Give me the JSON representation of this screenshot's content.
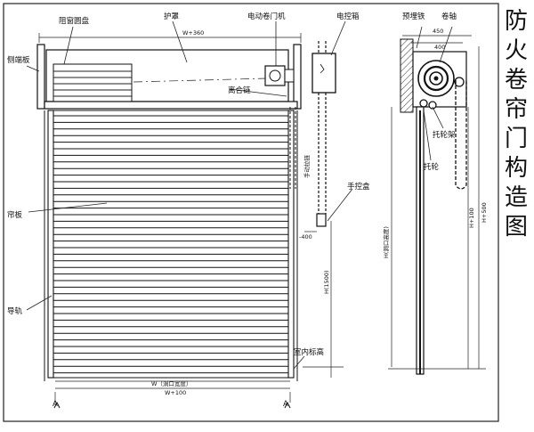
{
  "title_chars": [
    "防",
    "火",
    "卷",
    "帘",
    "门",
    "构",
    "造",
    "图"
  ],
  "labels": {
    "guard_disc": "阻窗圆盘",
    "cover": "护罩",
    "motor": "电动卷门机",
    "control_box": "电控箱",
    "end_plate": "侧端板",
    "clutch_chain": "离合链",
    "manual_chain": "手动拉链",
    "manual_box": "手控盒",
    "curtain": "帘板",
    "guide_rail": "导轨",
    "indoor_level": "室内标高",
    "embedded_iron": "预埋铁",
    "shaft": "卷轴",
    "roller_frame": "托轮架",
    "roller": "托轮"
  },
  "dimensions": {
    "top_width": "W+360",
    "opening_width": "W（洞口宽度）",
    "bottom_width": "W+100",
    "side_offset": "-400",
    "manual_height": "H(1500)",
    "opening_height": "H(洞口高度)",
    "depth_top": "450",
    "depth_sub": "400",
    "total_height": "H+500",
    "rail_height": "H+100"
  },
  "section_marks": [
    "A",
    "A"
  ]
}
